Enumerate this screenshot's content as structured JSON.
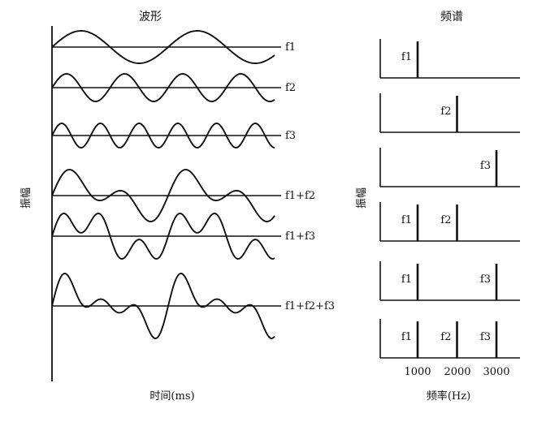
{
  "left_panel": {
    "title": "波形",
    "ylabel": "振幅",
    "xlabel": "时间(ms)"
  },
  "right_panel": {
    "title": "频谱",
    "ylabel": "振幅",
    "xlabel": "频率(Hz)",
    "xticks": [
      "1000",
      "2000",
      "3000"
    ]
  },
  "chart_data": [
    {
      "type": "line",
      "panel": "waveform",
      "title": "波形",
      "xlabel": "时间(ms)",
      "ylabel": "振幅",
      "series": [
        {
          "name": "f1",
          "components": [
            1
          ]
        },
        {
          "name": "f2",
          "components": [
            2
          ]
        },
        {
          "name": "f3",
          "components": [
            3
          ]
        },
        {
          "name": "f1+f2",
          "components": [
            1,
            2
          ]
        },
        {
          "name": "f1+f3",
          "components": [
            1,
            3
          ]
        },
        {
          "name": "f1+f2+f3",
          "components": [
            1,
            2,
            3
          ]
        }
      ]
    },
    {
      "type": "bar",
      "panel": "spectrum",
      "title": "频谱",
      "xlabel": "频率(Hz)",
      "ylabel": "振幅",
      "x_ticks": [
        1000,
        2000,
        3000
      ],
      "xlim": [
        0,
        3500
      ],
      "series": [
        {
          "name": "f1",
          "lines": [
            {
              "label": "f1",
              "x": 1000,
              "amp": 1
            }
          ]
        },
        {
          "name": "f2",
          "lines": [
            {
              "label": "f2",
              "x": 2000,
              "amp": 1
            }
          ]
        },
        {
          "name": "f3",
          "lines": [
            {
              "label": "f3",
              "x": 3000,
              "amp": 1
            }
          ]
        },
        {
          "name": "f1+f2",
          "lines": [
            {
              "label": "f1",
              "x": 1000,
              "amp": 1
            },
            {
              "label": "f2",
              "x": 2000,
              "amp": 1
            }
          ]
        },
        {
          "name": "f1+f3",
          "lines": [
            {
              "label": "f1",
              "x": 1000,
              "amp": 1
            },
            {
              "label": "f3",
              "x": 3000,
              "amp": 1
            }
          ]
        },
        {
          "name": "f1+f2+f3",
          "lines": [
            {
              "label": "f1",
              "x": 1000,
              "amp": 1
            },
            {
              "label": "f2",
              "x": 2000,
              "amp": 1
            },
            {
              "label": "f3",
              "x": 3000,
              "amp": 1
            }
          ]
        }
      ]
    }
  ]
}
